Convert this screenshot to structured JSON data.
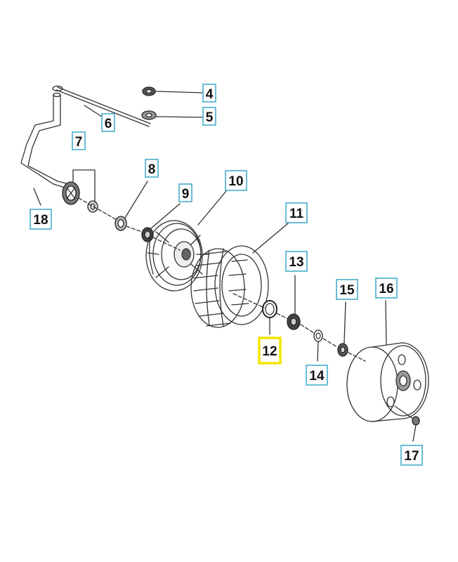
{
  "diagram": {
    "colors": {
      "line": "#333333",
      "callout_box": "#3aa7c9",
      "highlight": "#f2e600",
      "background": "#ffffff"
    },
    "callouts": [
      {
        "id": "4",
        "label": "4"
      },
      {
        "id": "5",
        "label": "5"
      },
      {
        "id": "6",
        "label": "6"
      },
      {
        "id": "7",
        "label": "7"
      },
      {
        "id": "8",
        "label": "8"
      },
      {
        "id": "9",
        "label": "9"
      },
      {
        "id": "10",
        "label": "10"
      },
      {
        "id": "11",
        "label": "11"
      },
      {
        "id": "12",
        "label": "12",
        "highlighted": true
      },
      {
        "id": "13",
        "label": "13"
      },
      {
        "id": "14",
        "label": "14"
      },
      {
        "id": "15",
        "label": "15"
      },
      {
        "id": "16",
        "label": "16"
      },
      {
        "id": "17",
        "label": "17"
      },
      {
        "id": "18",
        "label": "18"
      }
    ]
  }
}
